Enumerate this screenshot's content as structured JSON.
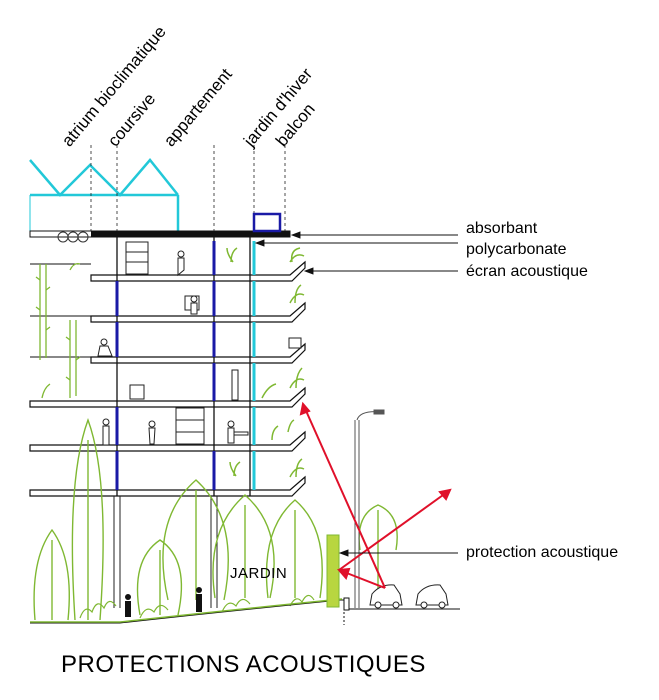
{
  "zone_labels": [
    {
      "id": "atrium",
      "text": "atrium bioclimatique"
    },
    {
      "id": "coursive",
      "text": "coursive"
    },
    {
      "id": "appartement",
      "text": "appartement"
    },
    {
      "id": "jardin-hiver",
      "text": "jardin d'hiver"
    },
    {
      "id": "balcon",
      "text": "balcon"
    }
  ],
  "callouts": {
    "absorbant": "absorbant",
    "polycarbonate": "polycarbonate",
    "ecran": "écran acoustique",
    "protection": "protection acoustique"
  },
  "garden_label": "JARDIN",
  "caption": "PROTECTIONS ACOUSTIQUES",
  "colors": {
    "structure": "#111111",
    "glazing_blue": "#1a1aa6",
    "atrium_cyan": "#22c8d8",
    "sound_rays": "#e0102a",
    "vegetation": "#7fb832",
    "noise_wall": "#b8d640"
  }
}
